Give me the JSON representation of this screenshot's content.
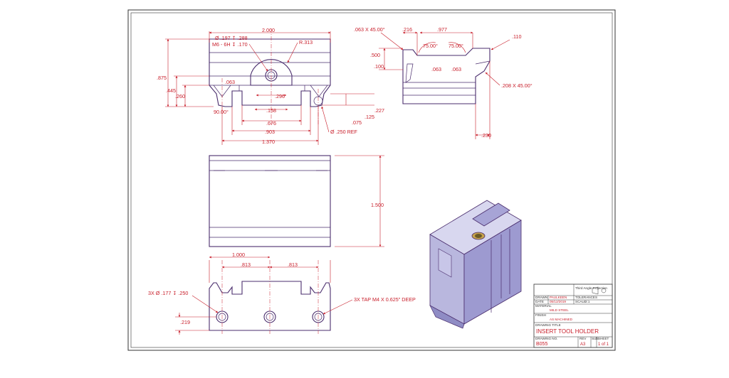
{
  "front_view": {
    "d_overall": "2.000",
    "d_hole": "Ø .197 ↧ .288",
    "d_thread": "M6 - 6H ↧ .170",
    "d_radius": "R.313",
    "d_height": ".875",
    "d_445": ".445",
    "d_260": ".260",
    "d_063": ".063",
    "d_296": ".296",
    "d_158": ".158",
    "d_676": ".676",
    "d_903": ".903",
    "d_1370": "1.370",
    "d_angle": "90.00°",
    "d_227": ".227",
    "d_125": ".125",
    "d_075": ".075",
    "d_rep": "Ø .250 REF"
  },
  "side_view": {
    "d_chamfer1": ".063 X 45.00°",
    "d_216": ".216",
    "d_977": ".977",
    "d_110": ".110",
    "d_500": ".500",
    "d_100": ".100",
    "d_ang1": "75.00°",
    "d_ang2": "75.00°",
    "d_063a": ".063",
    "d_063b": ".063",
    "d_chamfer2": ".208 X 45.00°",
    "d_230": ".230"
  },
  "top_view": {
    "d_1500": "1.500"
  },
  "bottom_view": {
    "d_1000": "1.000",
    "d_813a": ".813",
    "d_813b": ".813",
    "d_holes": "3X Ø .177 ↧ .250",
    "d_tap": "3X TAP M4 X 0.625\" DEEP",
    "d_219": ".219"
  },
  "title_block": {
    "drawn_label": "DRAWN",
    "drawn_value": "PAULKEEN",
    "date_label": "DATE",
    "date_value": "05/12/2019",
    "material_label": "MATERIAL",
    "material_value": "MILD STEEL",
    "finish_label": "FINISH",
    "finish_value": "AS MACHINED",
    "drawing_title_label": "DRAWING TITLE",
    "drawing_title": "INSERT TOOL HOLDER",
    "drawing_no_label": "DRAWING NO.",
    "drawing_no": "B055",
    "rev_label": "REV",
    "size_label": "SIZE",
    "size_value": "A3",
    "sheet_label": "SHEET",
    "sheet_value": "1 of 1",
    "tolerance_label": "TOLERANCES",
    "scale_label": "SCALE",
    "scale_value": "2:1",
    "projection_label": "Third Angle Projection"
  },
  "colors": {
    "dimension": "#c81e2a",
    "outline": "#4a2d6d",
    "iso_face": "#b9b7de"
  }
}
